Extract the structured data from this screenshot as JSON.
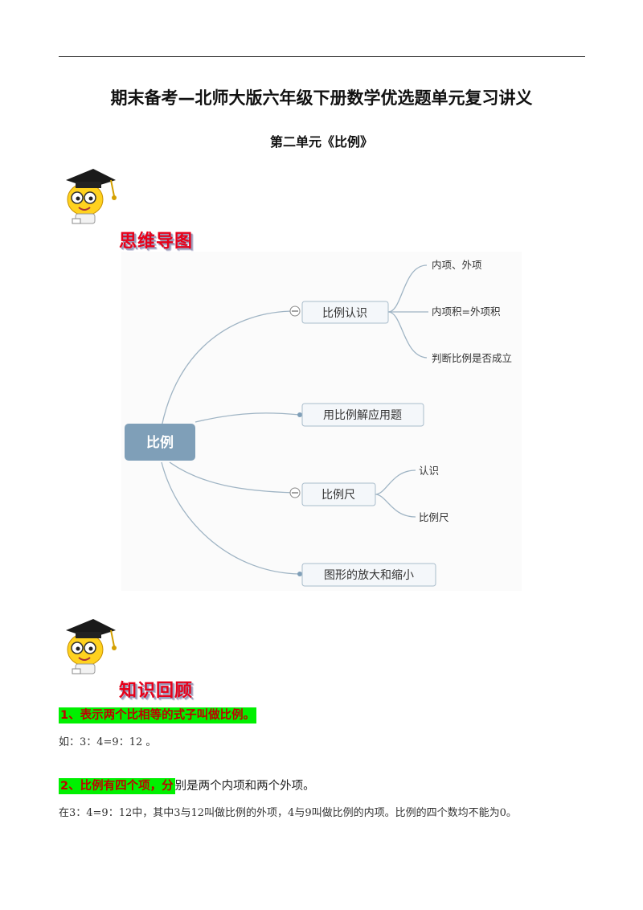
{
  "header": {
    "title": "期末备考—北师大版六年级下册数学优选题单元复习讲义",
    "subtitle": "第二单元《比例》"
  },
  "sections": {
    "mindmap_heading": "思维导图",
    "review_heading": "知识回顾"
  },
  "mindmap": {
    "root": "比例",
    "branches": [
      {
        "label": "比例认识",
        "children": [
          "内项、外项",
          "内项积=外项积",
          "判断比例是否成立"
        ]
      },
      {
        "label": "用比例解应用题"
      },
      {
        "label": "比例尺",
        "children": [
          "认识",
          "比例尺"
        ]
      },
      {
        "label": "图形的放大和缩小"
      }
    ]
  },
  "review": {
    "item1_title": "1、表示两个比相等的式子叫做比例。",
    "item1_example": "如：3：4=9：12 。",
    "item2_title": "2、比例有四个项，分",
    "item2_rest": "别是两个内项和两个外项。",
    "item2_detail": "在3：4=9：12中，其中3与12叫做比例的外项，4与9叫做比例的内项。比例的四个数均不能为0。"
  },
  "colors": {
    "heading_red": "#e6001a",
    "highlight_green": "#00f000",
    "root_node": "#7f9fb8",
    "branch_line": "#9fb4c4"
  }
}
